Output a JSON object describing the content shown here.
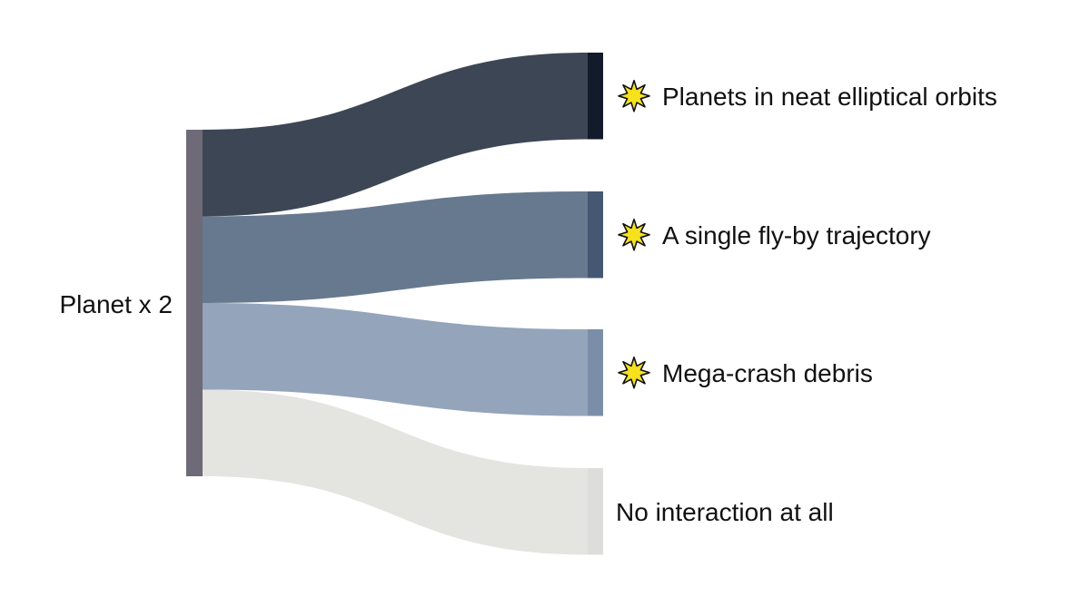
{
  "chart_data": {
    "type": "sankey",
    "source": {
      "label": "Planet x 2",
      "color": "#6e6a78"
    },
    "flows": [
      {
        "label": "Planets in neat elliptical orbits",
        "value": 1,
        "starred": true,
        "link_color": "#3d4654",
        "node_color": "#121b2c"
      },
      {
        "label": "A single fly-by trajectory",
        "value": 1,
        "starred": true,
        "link_color": "#67798f",
        "node_color": "#445873"
      },
      {
        "label": "Mega-crash debris",
        "value": 1,
        "starred": true,
        "link_color": "#94a4bb",
        "node_color": "#7b8ea9"
      },
      {
        "label": "No interaction at all",
        "value": 1,
        "starred": false,
        "link_color": "#e4e5e1",
        "node_color": "#dddedb"
      }
    ]
  },
  "icons": {
    "star": "star-burst-icon",
    "star_fill": "#f5e11d",
    "star_stroke": "#111111"
  }
}
